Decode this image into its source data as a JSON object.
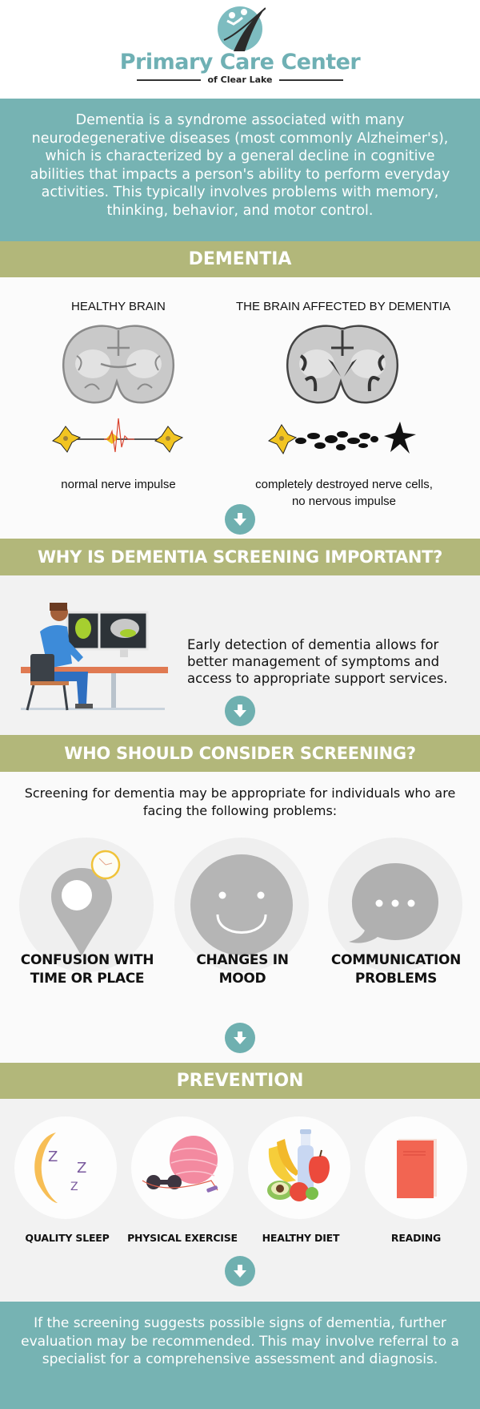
{
  "header": {
    "brand_title": "Primary Care Center",
    "brand_subtitle": "of Clear Lake",
    "colors": {
      "brand_teal": "#6fb0b4",
      "dark": "#222222"
    }
  },
  "intro": {
    "text": "Dementia is a syndrome associated with many neurodegenerative diseases (most commonly Alzheimer's), which is characterized by a general decline in cognitive abilities that impacts a person's ability to perform everyday activities. This typically involves problems with memory, thinking, behavior, and motor control."
  },
  "dementia": {
    "heading": "DEMENTIA",
    "healthy_label": "HEALTHY BRAIN",
    "affected_label": "THE BRAIN AFFECTED BY DEMENTIA",
    "healthy_caption": "normal nerve impulse",
    "affected_caption_line1": "completely destroyed nerve cells,",
    "affected_caption_line2": "no nervous impulse"
  },
  "why": {
    "heading": "WHY IS DEMENTIA SCREENING IMPORTANT?",
    "text": "Early detection of dementia allows for better management of symptoms and access to appropriate support services."
  },
  "who": {
    "heading": "WHO SHOULD CONSIDER SCREENING?",
    "intro": "Screening for dementia may be appropriate for individuals who are facing the following problems:",
    "items": [
      {
        "icon": "location-pin-clock-icon",
        "line1": "CONFUSION WITH",
        "line2": "TIME OR PLACE"
      },
      {
        "icon": "smiley-face-icon",
        "line1": "CHANGES IN",
        "line2": "MOOD"
      },
      {
        "icon": "speech-bubble-icon",
        "line1": "COMMUNICATION",
        "line2": "PROBLEMS"
      }
    ]
  },
  "prevention": {
    "heading": "PREVENTION",
    "items": [
      {
        "icon": "moon-sleep-icon",
        "label": "QUALITY SLEEP"
      },
      {
        "icon": "exercise-ball-icon",
        "label": "PHYSICAL EXERCISE"
      },
      {
        "icon": "healthy-food-icon",
        "label": "HEALTHY DIET"
      },
      {
        "icon": "book-icon",
        "label": "READING"
      }
    ]
  },
  "outro": {
    "text": "If the screening suggests possible signs of dementia, further evaluation may be recommended. This may involve referral to a specialist for a comprehensive assessment and diagnosis."
  },
  "colors": {
    "teal": "#76b3b3",
    "olive": "#b2b77a",
    "arrow_teal": "#6fb0b0"
  }
}
